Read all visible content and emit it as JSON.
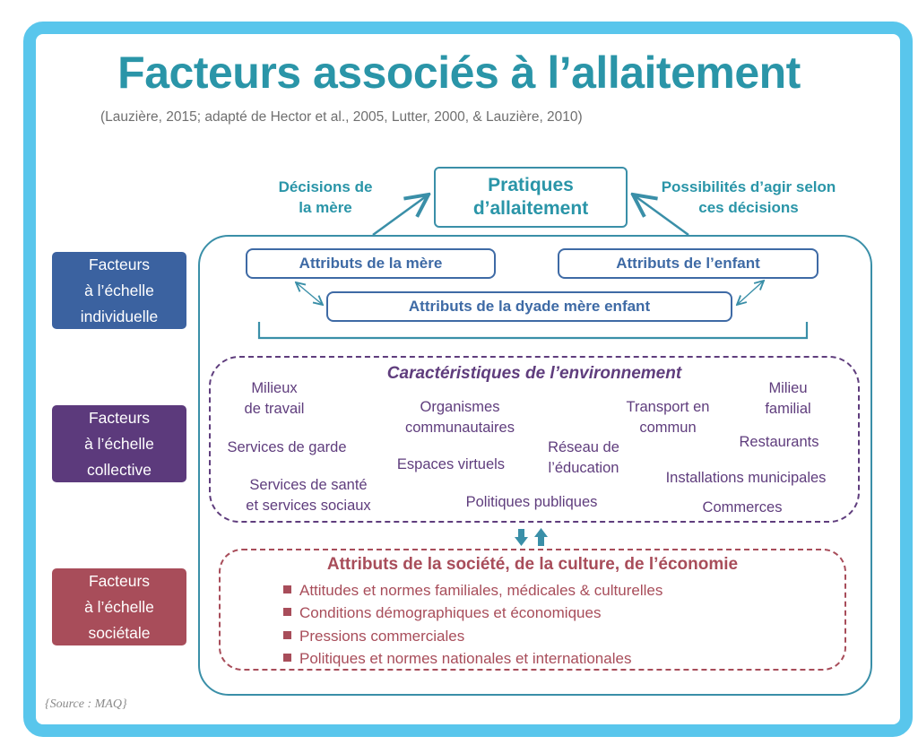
{
  "title": "Facteurs associés à l’allaitement",
  "subtitle": "(Lauzière, 2015; adapté de Hector et al., 2005, Lutter, 2000, & Lauzière, 2010)",
  "top": {
    "center_line1": "Pratiques",
    "center_line2": "d’allaitement",
    "left_line1": "Décisions de",
    "left_line2": "la mère",
    "right_line1": "Possibilités d’agir selon",
    "right_line2": "ces décisions"
  },
  "individual": {
    "mother": "Attributs de la mère",
    "child": "Attributs de l’enfant",
    "dyad": "Attributs de la dyade mère enfant"
  },
  "scales": {
    "individual": [
      "Facteurs",
      "à l’échelle",
      "individuelle"
    ],
    "collective": [
      "Facteurs",
      "à l’échelle",
      "collective"
    ],
    "societal": [
      "Facteurs",
      "à l’échelle",
      "sociétale"
    ]
  },
  "environment": {
    "title": "Caractéristiques de l’environnement",
    "items": [
      [
        "Milieux",
        "de travail"
      ],
      [
        "Organismes",
        "communautaires"
      ],
      [
        "Transport en",
        "commun"
      ],
      [
        "Milieu",
        "familial"
      ],
      [
        "Services de garde"
      ],
      [
        "Réseau de",
        "l’éducation"
      ],
      [
        "Restaurants"
      ],
      [
        "Espaces virtuels"
      ],
      [
        "Installations municipales"
      ],
      [
        "Services de santé",
        "et services sociaux"
      ],
      [
        "Politiques publiques"
      ],
      [
        "Commerces"
      ]
    ]
  },
  "society": {
    "title": "Attributs de la société, de la culture, de l’économie",
    "items": [
      "Attitudes et normes familiales, médicales & culturelles",
      "Conditions démographiques et économiques",
      "Pressions commerciales",
      "Politiques et normes nationales et internationales"
    ]
  },
  "source": "{Source : MAQ}",
  "colors": {
    "frame": "#59c6ec",
    "teal": "#2a95a8",
    "individual_blue": "#3e6aa5",
    "scale_individual": "#3b62a0",
    "scale_collective": "#5c3a7c",
    "scale_societal": "#a84d5a",
    "environment": "#5f3d7d",
    "society": "#a84d5a"
  }
}
